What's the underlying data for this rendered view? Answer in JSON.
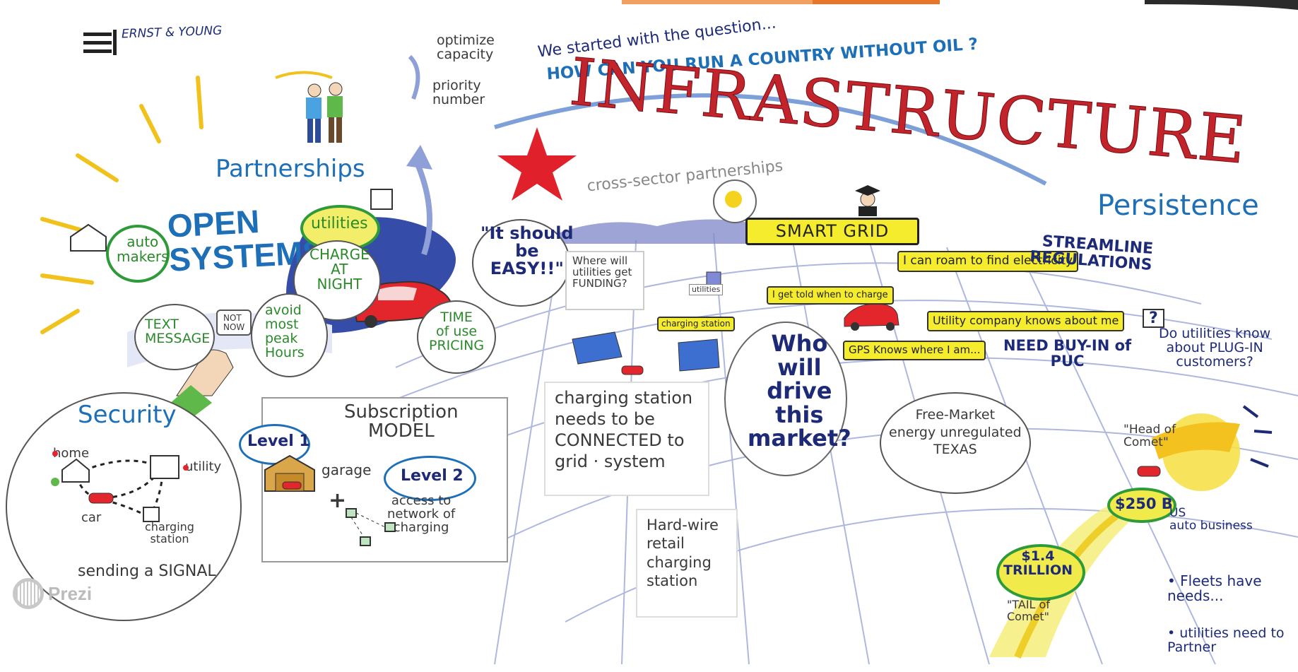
{
  "brand": {
    "logo_text": "ERNST & YOUNG"
  },
  "title": {
    "intro": "We started with the question...",
    "question": "HOW CAN YOU RUN A COUNTRY WITHOUT OIL ?",
    "main": "INFRASTRUCTURE",
    "subtitle": "cross-sector partnerships"
  },
  "top_left": {
    "optimize": "optimize\ncapacity",
    "priority": "priority\nnumber"
  },
  "partnerships": {
    "heading": "Partnerships",
    "open_systems": "OPEN\nSYSTEMS",
    "auto_makers": "auto\nmakers",
    "utilities": "utilities",
    "charge_at_night": "CHARGE\nAT\nNIGHT",
    "text_message": "TEXT\nMESSAGE",
    "not_now": "NOT\nNOW",
    "avoid_peak": "avoid\nmost\npeak\nHours",
    "time_of_use": "TIME\nof use\nPRICING",
    "should_be_easy": "\"It should\nbe\nEASY!!\""
  },
  "security": {
    "heading": "Security",
    "home": "home",
    "utility": "utility",
    "car": "car",
    "charging_station": "charging\nstation",
    "signal": "sending a SIGNAL"
  },
  "subscription": {
    "heading": "Subscription\nMODEL",
    "level1": "Level 1",
    "garage": "garage",
    "plus": "+",
    "level2": "Level 2",
    "access": "access to\nnetwork of\ncharging"
  },
  "center": {
    "funding": "Where will\nutilities get\nFUNDING?",
    "utilities_tag": "utilities",
    "charging_station_tag": "charging\nstation",
    "charging_needs": "charging station\nneeds to be\nCONNECTED to\ngrid · system",
    "hardwire": "Hard-wire\nretail\ncharging\nstation",
    "smart_grid": "SMART GRID",
    "who_will_drive": "Who\nwill\ndrive\nthis\nmarket?"
  },
  "notes": {
    "get_told": "I get told\nwhen to\ncharge",
    "roam": "I can roam\nto find\nelectricity",
    "gps": "GPS Knows\nwhere I\nam...",
    "utility_company": "Utility\ncompany\nknows\nabout me"
  },
  "persistence": {
    "heading": "Persistence",
    "streamline": "STREAMLINE\nREGULATIONS",
    "buy_in": "NEED BUY-IN of\nPUC",
    "question_mark": "?",
    "plug_in": "Do utilities know\nabout PLUG-IN\ncustomers?",
    "free_market": "Free-Market\nenergy unregulated\nTEXAS"
  },
  "comet": {
    "head": "\"Head of\nComet\"",
    "head_value": "$250 B",
    "us_auto": "US\nauto business",
    "tail_value": "$1.4\nTRILLION",
    "tail": "\"TAIL of\nComet\"",
    "fleets": "• Fleets have\n  needs...",
    "utilities_partner": "• utilities need to\n  Partner"
  },
  "watermark": {
    "label": "Prezi"
  },
  "colors": {
    "title_red": "#c2242b",
    "blue": "#1d6fb8",
    "navy": "#1d2a78",
    "note_yellow": "#f4ec2c",
    "green_outline": "#2e9a3a",
    "road_blue": "#2540a8",
    "star_red": "#e0202a"
  }
}
